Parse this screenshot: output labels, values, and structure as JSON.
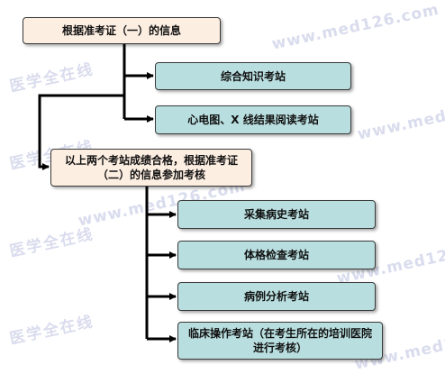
{
  "nodes": {
    "root": "根据准考证（一）的信息",
    "station1": "综合知识考站",
    "station2": "心电图、X 线结果阅读考站",
    "decision": "以上两个考站成绩合格，根据准考证（二）的信息参加考核",
    "station3": "采集病史考站",
    "station4": "体格检查考站",
    "station5": "病例分析考站",
    "station6": "临床操作考站（在考生所在的培训医院进行考核）"
  },
  "watermark": {
    "text": "医学全在线",
    "url": "www.med126.com"
  },
  "colors": {
    "peach": "#fdeee2",
    "teal": "#b9dedf",
    "border": "#3a3a3a",
    "line": "#000000"
  }
}
